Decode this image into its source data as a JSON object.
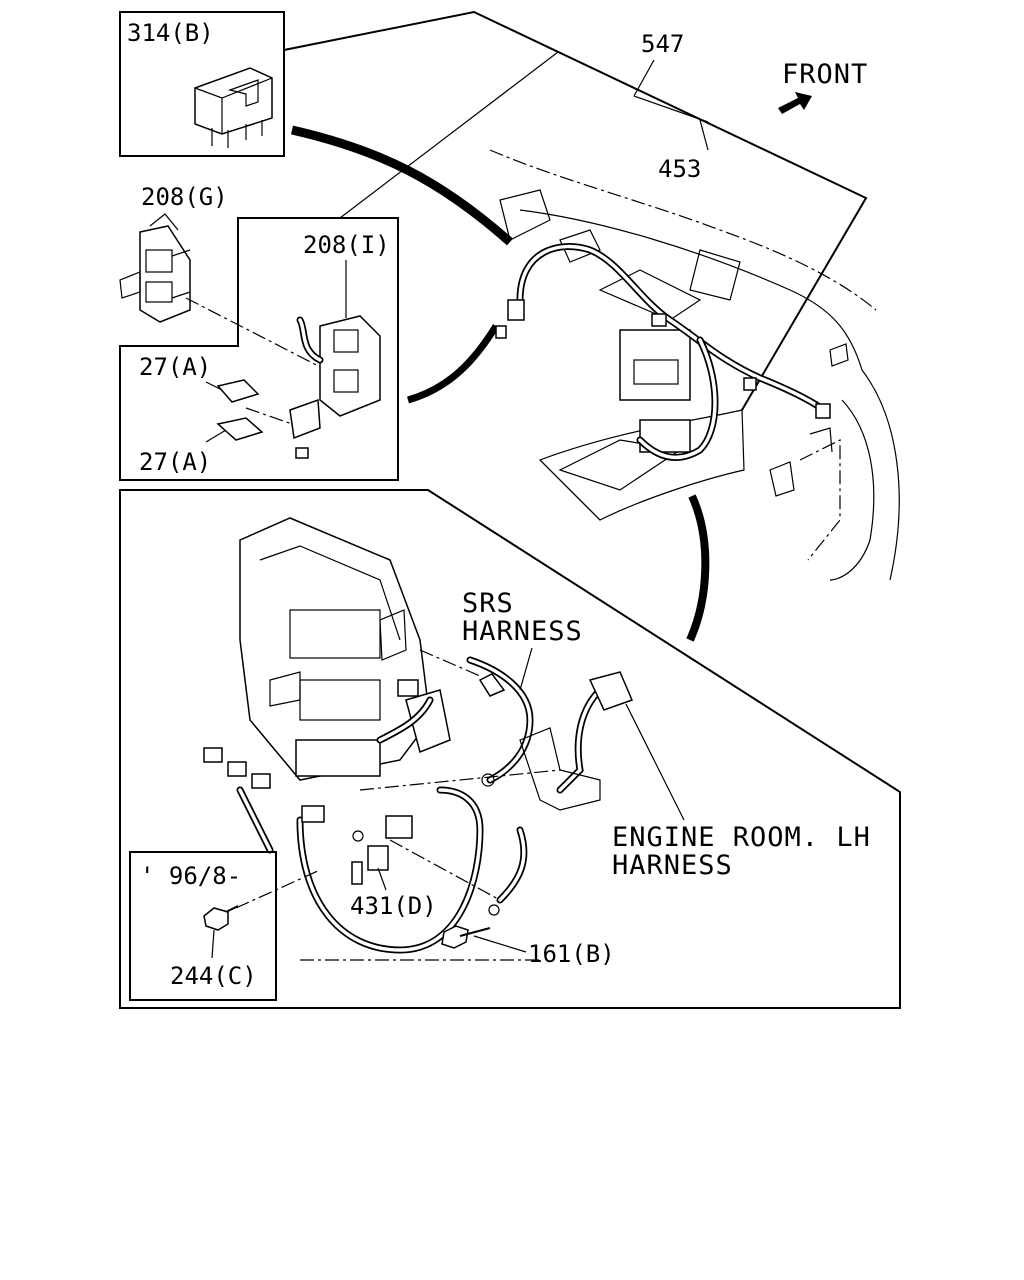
{
  "labels": {
    "part_314b": "314(B)",
    "part_547": "547",
    "front": "FRONT",
    "part_453": "453",
    "part_208g": "208(G)",
    "part_208i": "208(I)",
    "part_27a_top": "27(A)",
    "part_27a_bottom": "27(A)",
    "srs_line1": "SRS",
    "srs_line2": "HARNESS",
    "engine_line1": "ENGINE ROOM. LH",
    "engine_line2": "HARNESS",
    "date_code": "' 96/8-",
    "part_431d": "431(D)",
    "part_161b": "161(B)",
    "part_244c": "244(C)"
  },
  "icons": {
    "front_arrow": "arrow-icon"
  }
}
